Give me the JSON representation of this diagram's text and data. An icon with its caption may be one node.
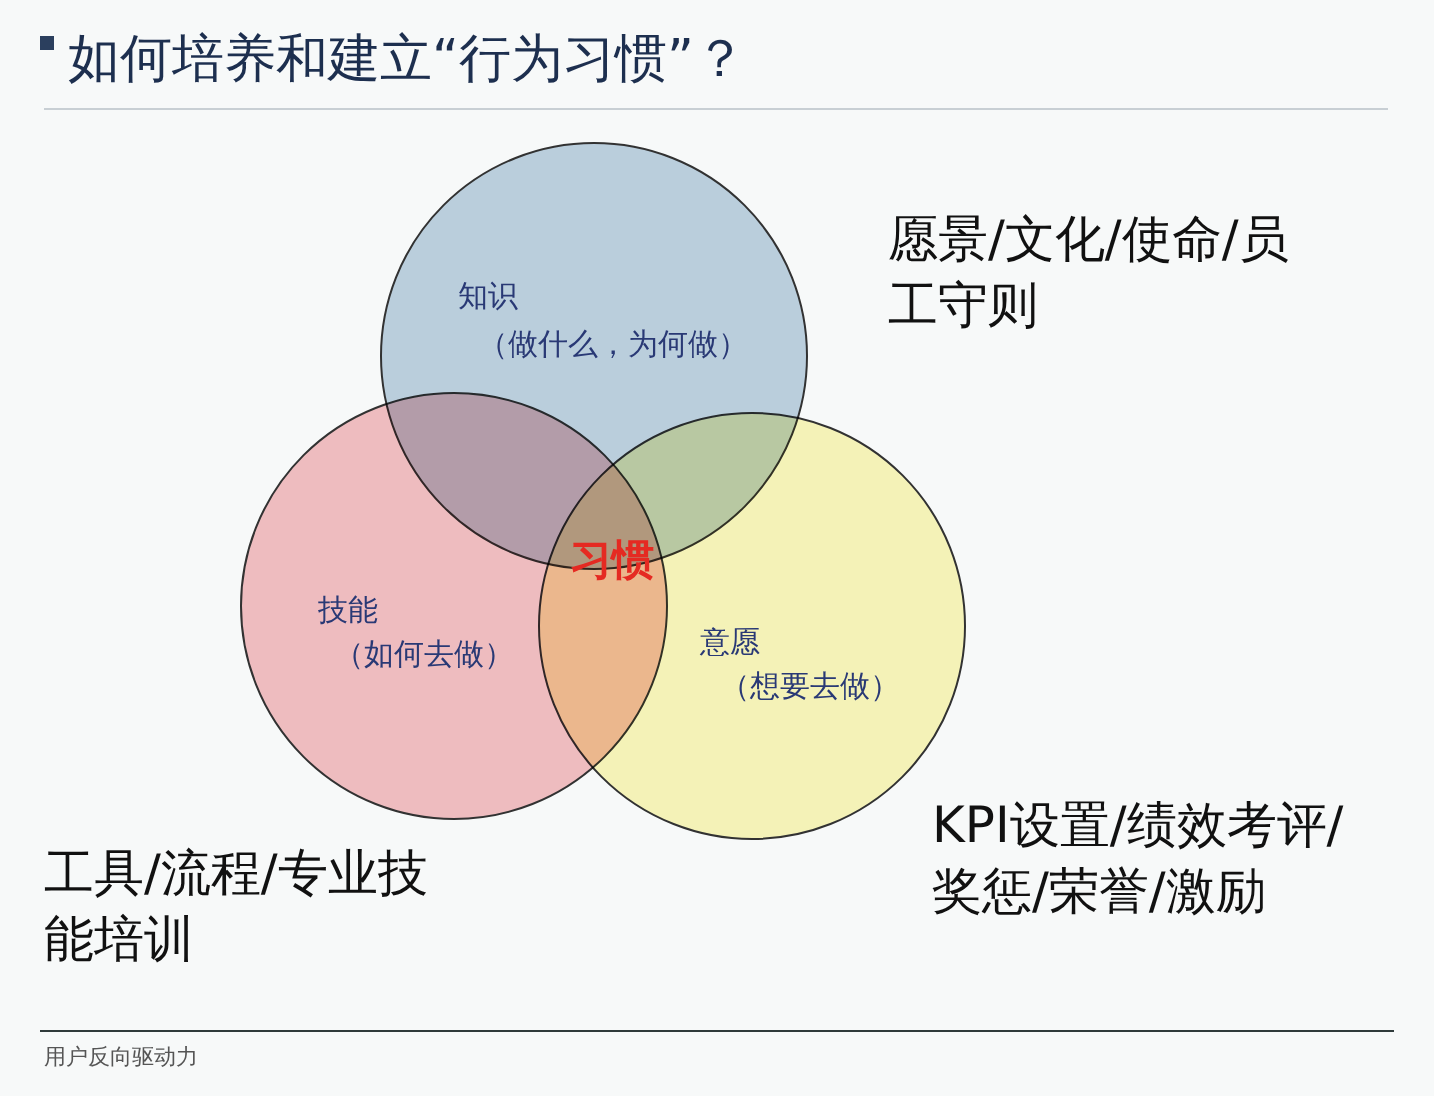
{
  "diagram": {
    "title": "如何培养和建立“行为习惯”？",
    "nodes": [
      {
        "text": [
          "知识",
          "（做什么，为何做）"
        ]
      },
      {
        "text": [
          "技能",
          "（如何去做）"
        ]
      },
      {
        "text": [
          "意愿",
          "（想要去做）"
        ]
      }
    ],
    "edges": [],
    "labels": [
      "愿景/文化/使命/员工守则",
      "习惯",
      "KPI设置/绩效考评/奖惩/荣誉/激励",
      "工具/流程/专业技能培训",
      "用户反向驱动力"
    ]
  }
}
